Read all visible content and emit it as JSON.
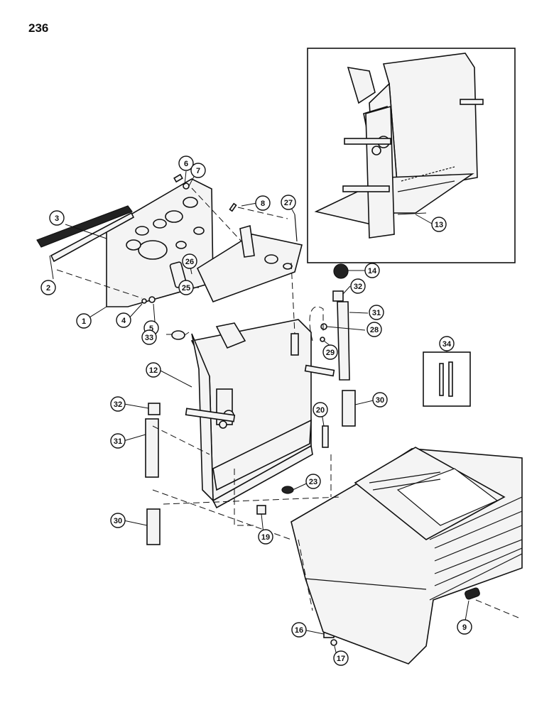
{
  "page": {
    "number": "236"
  },
  "callouts": [
    {
      "id": "c1",
      "label": "1"
    },
    {
      "id": "c2",
      "label": "2"
    },
    {
      "id": "c3",
      "label": "3"
    },
    {
      "id": "c4",
      "label": "4"
    },
    {
      "id": "c5",
      "label": "5"
    },
    {
      "id": "c6",
      "label": "6"
    },
    {
      "id": "c7",
      "label": "7"
    },
    {
      "id": "c8",
      "label": "8"
    },
    {
      "id": "c9",
      "label": "9"
    },
    {
      "id": "c12",
      "label": "12"
    },
    {
      "id": "c13",
      "label": "13"
    },
    {
      "id": "c14",
      "label": "14"
    },
    {
      "id": "c16",
      "label": "16"
    },
    {
      "id": "c17",
      "label": "17"
    },
    {
      "id": "c19",
      "label": "19"
    },
    {
      "id": "c20",
      "label": "20"
    },
    {
      "id": "c23",
      "label": "23"
    },
    {
      "id": "c25",
      "label": "25"
    },
    {
      "id": "c26",
      "label": "26"
    },
    {
      "id": "c27",
      "label": "27"
    },
    {
      "id": "c28",
      "label": "28"
    },
    {
      "id": "c29",
      "label": "29"
    },
    {
      "id": "c30a",
      "label": "30"
    },
    {
      "id": "c30b",
      "label": "30"
    },
    {
      "id": "c31a",
      "label": "31"
    },
    {
      "id": "c31b",
      "label": "31"
    },
    {
      "id": "c32a",
      "label": "32"
    },
    {
      "id": "c32b",
      "label": "32"
    },
    {
      "id": "c33",
      "label": "33"
    },
    {
      "id": "c34",
      "label": "34"
    }
  ]
}
